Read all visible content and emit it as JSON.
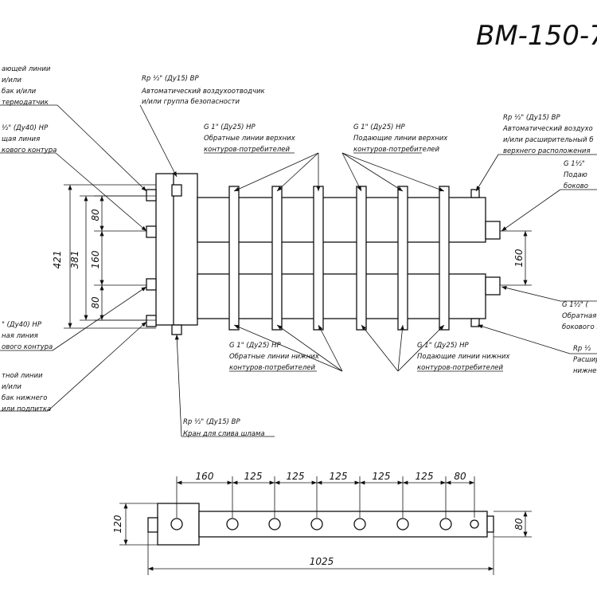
{
  "title": "BM-150-7",
  "labels": {
    "top_left_1": "ающей линии",
    "top_left_2": "и/или",
    "top_left_3": "бак и/или",
    "top_left_4": "термодатчик",
    "top_center_1": "Rp ½\" (Ду15) ВР",
    "top_center_2": "Автоматический воздухоотводчик",
    "top_center_3": "и/или группа безопасности",
    "upper_left_1": "½\" (Ду40) НР",
    "upper_left_2": "щая линия",
    "upper_left_3": "кового контура",
    "upper_ret_1": "G 1\" (Ду25) НР",
    "upper_ret_2": "Обратные линии верхних",
    "upper_ret_3": "контуров-потребителей",
    "upper_sup_1": "G 1\" (Ду25) НР",
    "upper_sup_2": "Подающие линии верхних",
    "upper_sup_3": "контуров-потребителей",
    "top_right_1": "Rp ½\" (Ду15) ВР",
    "top_right_2": "Автоматический воздухо",
    "top_right_3": "и/или расширительный б",
    "top_right_4": "верхнего расположения",
    "right_upper_1": "G 1½\"",
    "right_upper_2": "Подаю",
    "right_upper_3": "боково",
    "right_lower_1": "G 1½\" (",
    "right_lower_2": "Обратная",
    "right_lower_3": "бокового к",
    "right_bottom_1": "Rp ½",
    "right_bottom_2": "Расшир",
    "right_bottom_3": "нижне",
    "lower_left_1": "\" (Ду40) НР",
    "lower_left_2": "ная линия",
    "lower_left_3": "ового контура",
    "lower_ret_1": "G 1\" (Ду25) НР",
    "lower_ret_2": "Обратные линии нижних",
    "lower_ret_3": "контуров-потребителей",
    "lower_sup_1": "G 1\" (Ду25) НР",
    "lower_sup_2": "Подающие линии нижних",
    "lower_sup_3": "контуров-потребителей",
    "bottom_left_1": "тной линии",
    "bottom_left_2": "и/или",
    "bottom_left_3": "бак нижнего",
    "bottom_left_4": "или подпитка",
    "drain_1": "Rp ½\" (Ду15) ВР",
    "drain_2": "Кран для слива шлама"
  },
  "dims": {
    "d421": "421",
    "d381": "381",
    "d80a": "80",
    "d160a": "160",
    "d80b": "80",
    "d160r": "160",
    "p160": "160",
    "p125a": "125",
    "p125b": "125",
    "p125c": "125",
    "p125d": "125",
    "p125e": "125",
    "p80": "80",
    "p120": "120",
    "p80r": "80",
    "p1025": "1025"
  }
}
